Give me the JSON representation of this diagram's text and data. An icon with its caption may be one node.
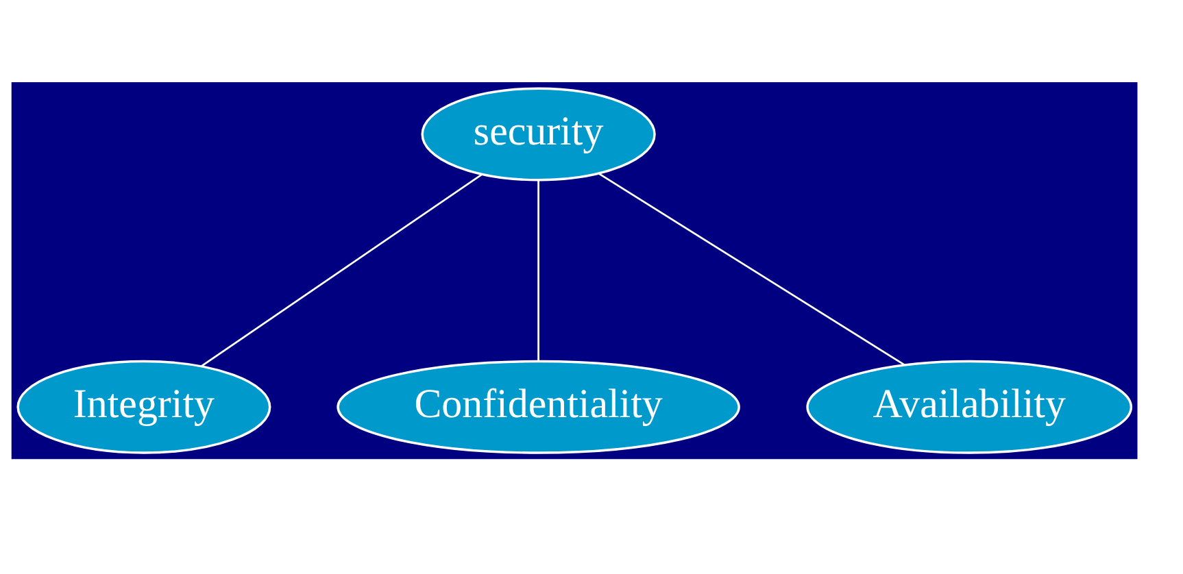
{
  "diagram": {
    "nodes": [
      {
        "text": [
          "security"
        ]
      },
      {
        "text": [
          "Integrity"
        ]
      },
      {
        "text": [
          "Confidentiality"
        ]
      },
      {
        "text": [
          "Availability"
        ]
      }
    ],
    "edges": [
      {
        "from": 0,
        "to": 1,
        "arrow": "none"
      },
      {
        "from": 0,
        "to": 2,
        "arrow": "none"
      },
      {
        "from": 0,
        "to": 3,
        "arrow": "none"
      }
    ]
  }
}
